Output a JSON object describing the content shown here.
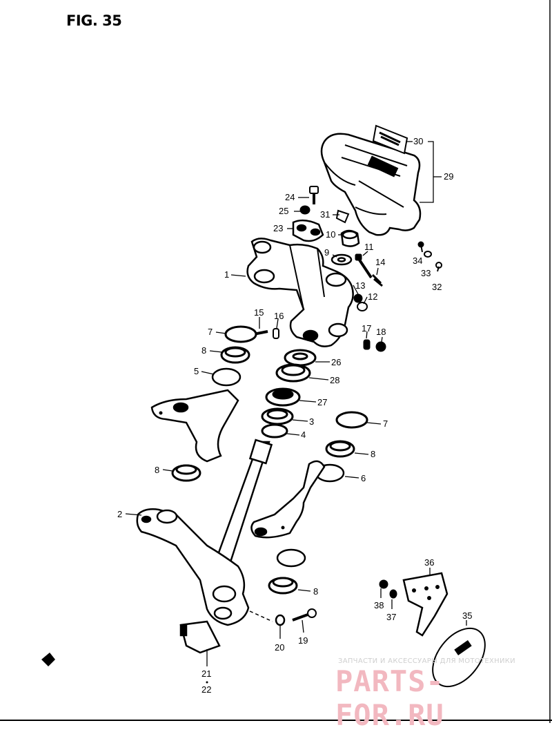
{
  "figure": {
    "title": "FIG. 35"
  },
  "callouts": [
    {
      "id": "30",
      "text": "30"
    },
    {
      "id": "29",
      "text": "29"
    },
    {
      "id": "24",
      "text": "24"
    },
    {
      "id": "25",
      "text": "25"
    },
    {
      "id": "31",
      "text": "31"
    },
    {
      "id": "23",
      "text": "23"
    },
    {
      "id": "10",
      "text": "10"
    },
    {
      "id": "9",
      "text": "9"
    },
    {
      "id": "11",
      "text": "11"
    },
    {
      "id": "14",
      "text": "14"
    },
    {
      "id": "34",
      "text": "34"
    },
    {
      "id": "33",
      "text": "33"
    },
    {
      "id": "32",
      "text": "32"
    },
    {
      "id": "1",
      "text": "1"
    },
    {
      "id": "13",
      "text": "13"
    },
    {
      "id": "12",
      "text": "12"
    },
    {
      "id": "15",
      "text": "15"
    },
    {
      "id": "16",
      "text": "16"
    },
    {
      "id": "7a",
      "text": "7"
    },
    {
      "id": "17",
      "text": "17"
    },
    {
      "id": "18",
      "text": "18"
    },
    {
      "id": "8a",
      "text": "8"
    },
    {
      "id": "26",
      "text": "26"
    },
    {
      "id": "5",
      "text": "5"
    },
    {
      "id": "28",
      "text": "28"
    },
    {
      "id": "27",
      "text": "27"
    },
    {
      "id": "3",
      "text": "3"
    },
    {
      "id": "7b",
      "text": "7"
    },
    {
      "id": "4",
      "text": "4"
    },
    {
      "id": "8b",
      "text": "8"
    },
    {
      "id": "8c",
      "text": "8"
    },
    {
      "id": "6",
      "text": "6"
    },
    {
      "id": "2",
      "text": "2"
    },
    {
      "id": "36",
      "text": "36"
    },
    {
      "id": "8d",
      "text": "8"
    },
    {
      "id": "38",
      "text": "38"
    },
    {
      "id": "37",
      "text": "37"
    },
    {
      "id": "35",
      "text": "35"
    },
    {
      "id": "20",
      "text": "20"
    },
    {
      "id": "19",
      "text": "19"
    },
    {
      "id": "21",
      "text": "21"
    },
    {
      "id": "22",
      "text": "22"
    }
  ],
  "watermark": {
    "line1": "ЗАПЧАСТИ И АКСЕССУАРЫ ДЛЯ МОТОТЕХНИКИ",
    "line2": "PARTS-FOR.RU",
    "color": "#f2b8c0"
  }
}
